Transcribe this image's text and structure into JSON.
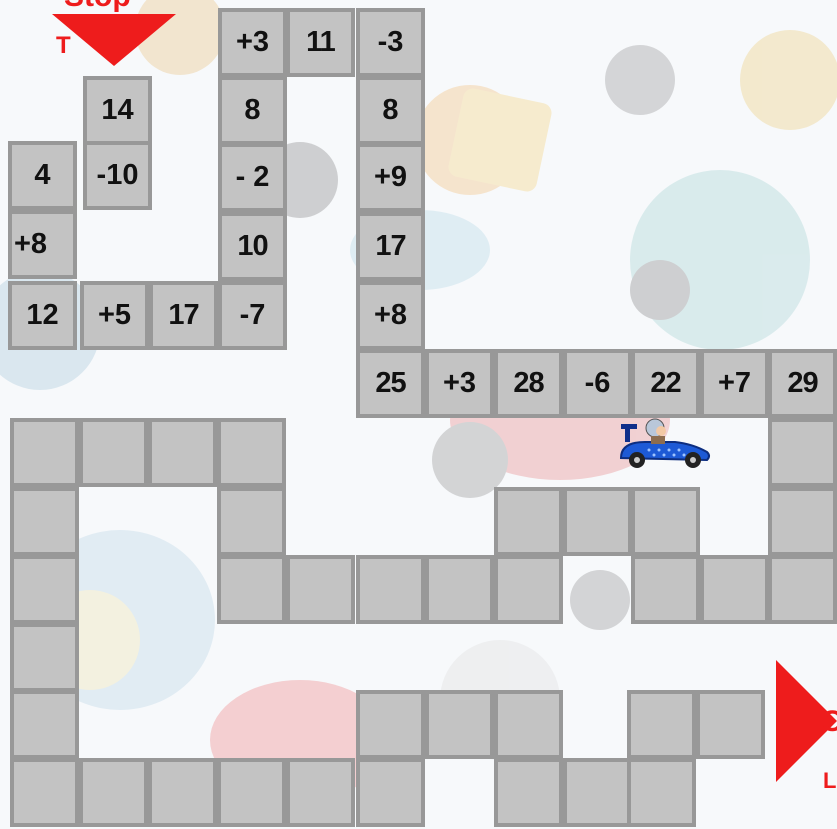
{
  "start_marker": {
    "label_line1": "Stop",
    "label_line2": "T"
  },
  "finish_marker": {
    "label_line1": "C",
    "label_line2": "L"
  },
  "board": {
    "c14": "14",
    "c4": "4",
    "c_m10": "-10",
    "c_p8a": "+8",
    "c12": "12",
    "c_p5": "+5",
    "c17a": "17",
    "c_m7": "-7",
    "c10": "10",
    "c_m2": "- 2",
    "c8a": "8",
    "c_p3a": "+3",
    "c11": "11",
    "c_m3": "-3",
    "c8b": "8",
    "c_p9": "+9",
    "c17b": "17",
    "c_p8b": "+8",
    "c25": "25",
    "c_p3b": "+3",
    "c28": "28",
    "c_m6": "-6",
    "c22": "22",
    "c_p7": "+7",
    "c29": "29"
  },
  "colors": {
    "tile": "#c3c3c3",
    "tile_border": "#989898",
    "marker": "#ee1c1c",
    "car": "#1d5ad6"
  },
  "icons": {
    "car": "race-car-icon",
    "start": "start-arrow-icon",
    "finish": "finish-arrow-icon"
  }
}
